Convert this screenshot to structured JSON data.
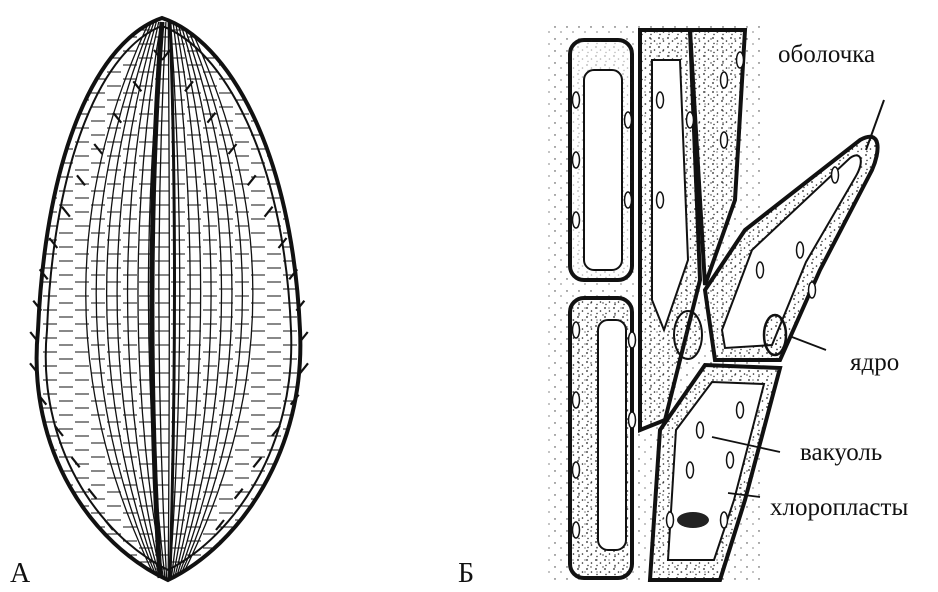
{
  "panels": {
    "a": {
      "letter": "А"
    },
    "b": {
      "letter": "Б"
    }
  },
  "labels": {
    "wall": "оболочка",
    "nucleus": "ядро",
    "vacuole": "вакуоль",
    "chloroplasts": "хлоропласты"
  },
  "colors": {
    "ink": "#111111",
    "paper": "#ffffff"
  }
}
